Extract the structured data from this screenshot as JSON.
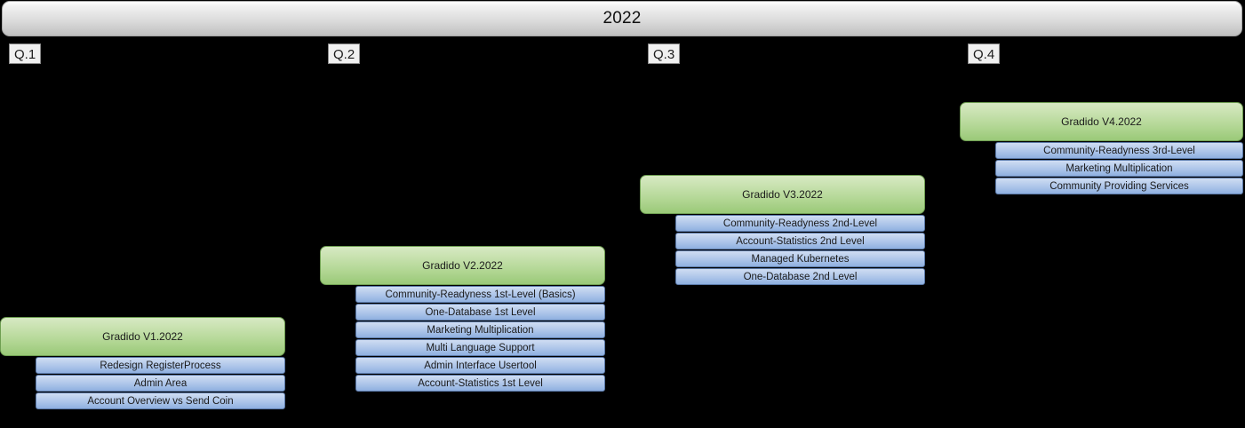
{
  "timeline": {
    "year_label": "2022",
    "quarters": [
      {
        "label": "Q.1"
      },
      {
        "label": "Q.2"
      },
      {
        "label": "Q.3"
      },
      {
        "label": "Q.4"
      }
    ]
  },
  "releases": [
    {
      "id": "v1",
      "title": "Gradido V1.2022",
      "quarter": "Q.1",
      "features": [
        "Redesign RegisterProcess",
        "Admin Area",
        "Account Overview vs Send Coin"
      ]
    },
    {
      "id": "v2",
      "title": "Gradido V2.2022",
      "quarter": "Q.2",
      "features": [
        "Community-Readyness 1st-Level (Basics)",
        "One-Database 1st Level",
        "Marketing Multiplication",
        "Multi Language Support",
        "Admin Interface Usertool",
        "Account-Statistics 1st Level"
      ]
    },
    {
      "id": "v3",
      "title": "Gradido V3.2022",
      "quarter": "Q.3",
      "features": [
        "Community-Readyness 2nd-Level",
        "Account-Statistics 2nd Level",
        "Managed Kubernetes",
        "One-Database 2nd Level"
      ]
    },
    {
      "id": "v4",
      "title": "Gradido V4.2022",
      "quarter": "Q.4",
      "features": [
        "Community-Readyness 3rd-Level",
        "Marketing Multiplication",
        "Community Providing Services"
      ]
    }
  ],
  "colors": {
    "background": "#000000",
    "release_header_green": "#b3d795",
    "feature_blue": "#a9c2e8",
    "year_bar_gray": "#dcdcdc",
    "quarter_label_bg": "#f0f0f0"
  }
}
